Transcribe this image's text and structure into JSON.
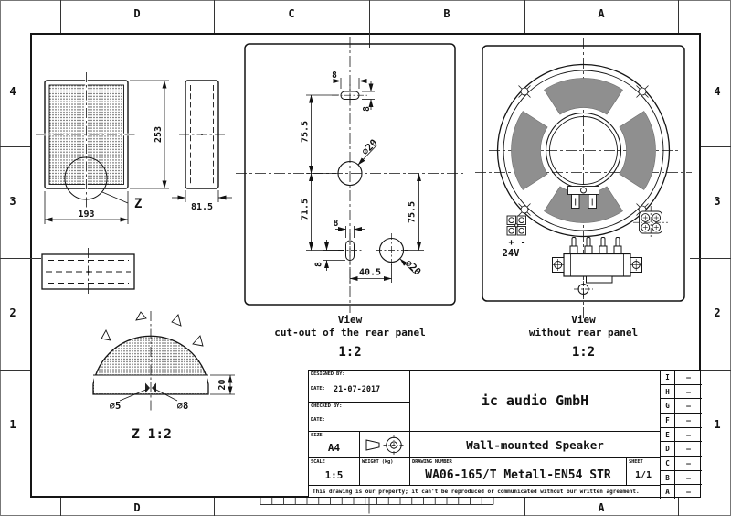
{
  "sheet_grid": {
    "top": [
      "D",
      "C",
      "B",
      "A"
    ],
    "bottom": [
      "D",
      "A"
    ],
    "left": [
      "4",
      "3",
      "2",
      "1"
    ],
    "right": [
      "4",
      "3",
      "2",
      "1"
    ]
  },
  "front_view": {
    "dim_width": "193",
    "dim_height": "253",
    "dim_depth": "81.5",
    "detail_ref": "Z"
  },
  "detail_z": {
    "caption": "Z 1:2",
    "dim_hole_small": "⌀5",
    "dim_hole_large": "⌀8",
    "dim_rim_height": "20"
  },
  "cutout_view": {
    "caption_line1": "View",
    "caption_line2": "cut-out of the rear panel",
    "caption_scale": "1:2",
    "dim_slot_top_w": "8",
    "dim_slot_top_h": "8",
    "dim_center_hole": "⌀20",
    "dim_upper_span": "75.5",
    "dim_lower_span": "71.5",
    "dim_right_span": "75.5",
    "dim_slot_bottom_w": "8",
    "dim_slot_bottom_h": "8",
    "dim_corner_hole": "⌀20",
    "dim_offset": "40.5"
  },
  "rear_view": {
    "caption_line1": "View",
    "caption_line2": "without rear panel",
    "caption_scale": "1:2",
    "terminal_plus": "+",
    "terminal_minus": "-",
    "terminal_voltage": "24V"
  },
  "title_block": {
    "designed_by_label": "DESIGNED BY:",
    "date_label": "DATE:",
    "date_value": "21-07-2017",
    "checked_by_label": "CHECKED BY:",
    "company": "ic audio GmbH",
    "size_label": "SIZE",
    "size_value": "A4",
    "drawing_title": "Wall-mounted Speaker",
    "scale_label": "SCALE",
    "scale_value": "1:5",
    "weight_label": "WEIGHT (kg)",
    "drawing_number_label": "DRAWING NUMBER",
    "drawing_number": "WA06-165/T Metall-EN54 STR",
    "sheet_label": "SHEET",
    "sheet_value": "1/1",
    "disclaimer": "This drawing is our property; it can't be reproduced or communicated without our written agreement.",
    "revision_letters": [
      "I",
      "H",
      "G",
      "F",
      "E",
      "D",
      "C",
      "B",
      "A"
    ],
    "revision_note": "–"
  }
}
